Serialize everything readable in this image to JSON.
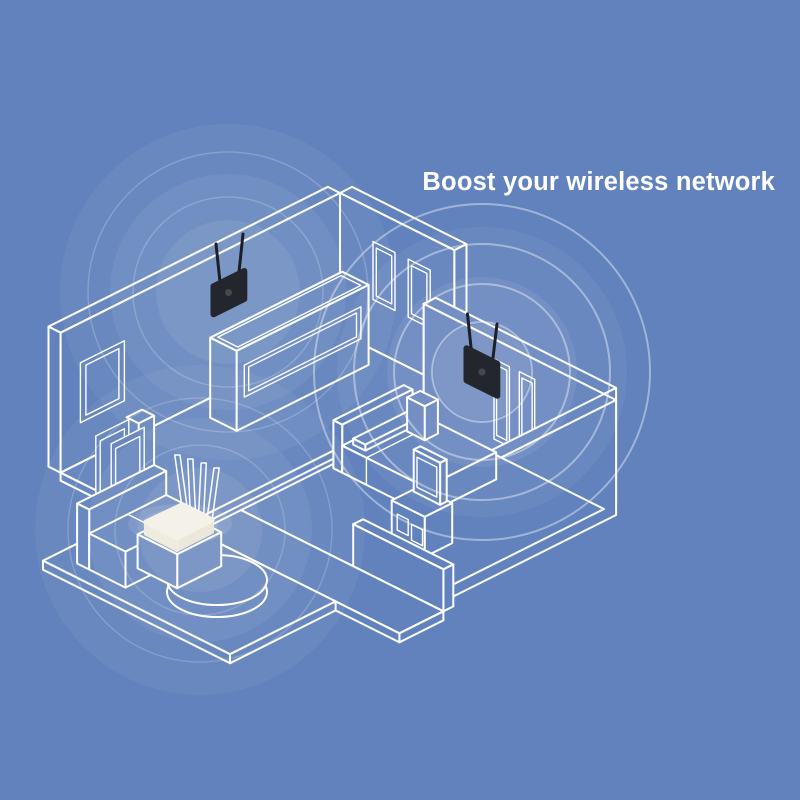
{
  "title": "Boost your wireless network",
  "colors": {
    "background": "#6182bc",
    "wireframe_line": "#ffffff",
    "repeater_body": "#23262d",
    "repeater_antenna": "#1c1f25",
    "router_body": "#f4f1e9",
    "signal_glow": "#ffffff",
    "title_text": "#ffffff"
  },
  "scene": {
    "description": "Isometric wireframe apartment showing wireless coverage",
    "rooms": [
      "study",
      "bedroom",
      "living-room"
    ],
    "devices": [
      {
        "id": "wifi-extender-1",
        "kind": "wall-plug wifi extender",
        "antennas": 2,
        "location": "study wall"
      },
      {
        "id": "wifi-extender-2",
        "kind": "wall-plug wifi extender",
        "antennas": 2,
        "location": "bedroom wall"
      },
      {
        "id": "wifi-router",
        "kind": "wifi router",
        "antennas": 4,
        "location": "living-room table"
      }
    ],
    "signal_ripple_groups": 3
  }
}
